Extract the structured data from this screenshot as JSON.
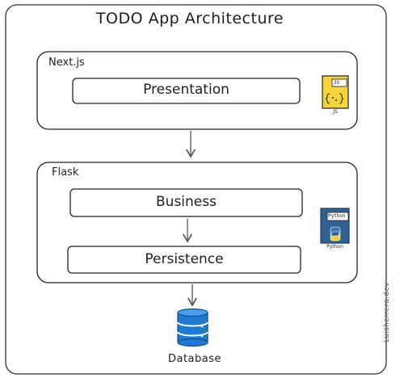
{
  "title": "TODO App Architecture",
  "groups": [
    {
      "label": "Next.js",
      "layers": [
        "Presentation"
      ],
      "icon": {
        "name": "js-file-icon",
        "tag": "JS",
        "caption": "JS",
        "color": "#f5d33b"
      }
    },
    {
      "label": "Flask",
      "layers": [
        "Business",
        "Persistence"
      ],
      "icon": {
        "name": "python-file-icon",
        "tag": "Python",
        "caption": "Python",
        "color": "#2f6192"
      }
    }
  ],
  "database": {
    "label": "Database",
    "color": "#1f7ad1"
  },
  "credit": "Luisherrera.dev"
}
